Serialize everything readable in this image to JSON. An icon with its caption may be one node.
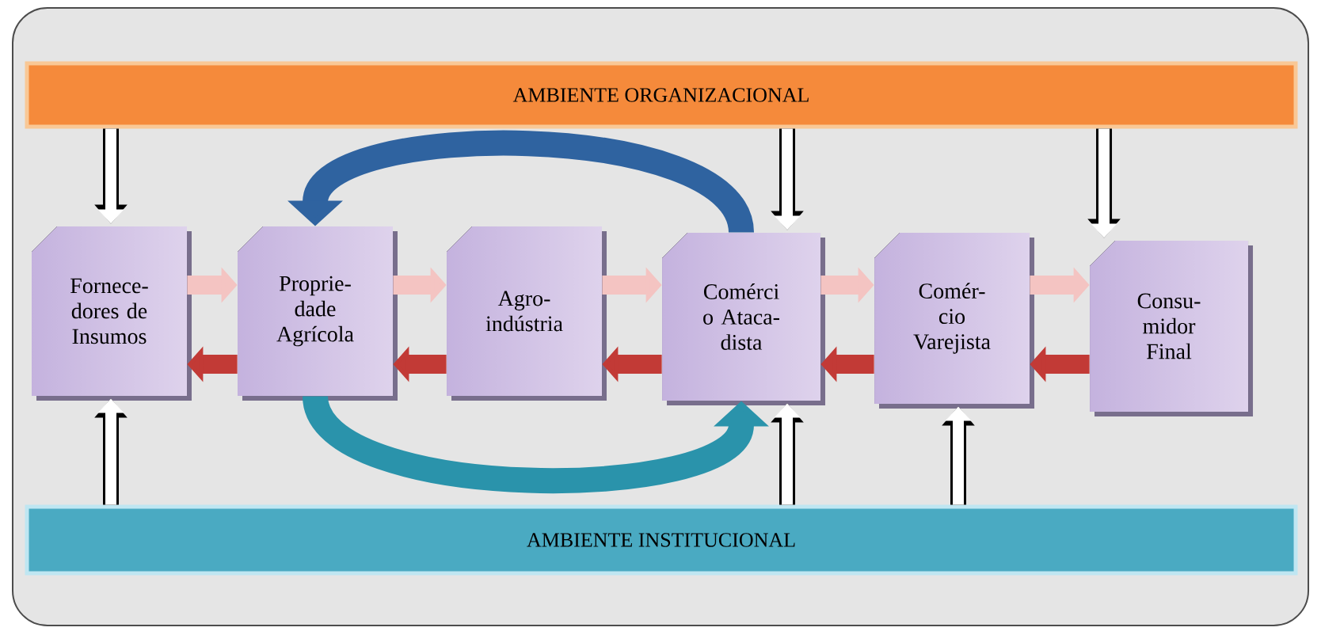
{
  "diagram": {
    "nodes": [
      {
        "text": [
          "AMBIENTE ORGANIZACIONAL"
        ]
      },
      {
        "text": [
          "Fornece- dores de Insumos"
        ]
      },
      {
        "text": [
          "Proprie- dade Agrícola"
        ]
      },
      {
        "text": [
          "Agro- indústria"
        ]
      },
      {
        "text": [
          "Comérci o Ataca- dista"
        ]
      },
      {
        "text": [
          "Comér- cio Varejista"
        ]
      },
      {
        "text": [
          "Consu- midor Final"
        ]
      },
      {
        "text": [
          "AMBIENTE INSTITUCIONAL"
        ]
      }
    ],
    "edges": [
      {
        "from": 1,
        "to": 2,
        "arrow": "to",
        "color": "#f4c4c2"
      },
      {
        "from": 2,
        "to": 3,
        "arrow": "to",
        "color": "#f4c4c2"
      },
      {
        "from": 3,
        "to": 4,
        "arrow": "to",
        "color": "#f4c4c2"
      },
      {
        "from": 4,
        "to": 5,
        "arrow": "to",
        "color": "#f4c4c2"
      },
      {
        "from": 5,
        "to": 6,
        "arrow": "to",
        "color": "#f4c4c2"
      },
      {
        "from": 2,
        "to": 1,
        "arrow": "to",
        "color": "#c23a36"
      },
      {
        "from": 3,
        "to": 2,
        "arrow": "to",
        "color": "#c23a36"
      },
      {
        "from": 4,
        "to": 3,
        "arrow": "to",
        "color": "#c23a36"
      },
      {
        "from": 5,
        "to": 4,
        "arrow": "to",
        "color": "#c23a36"
      },
      {
        "from": 6,
        "to": 5,
        "arrow": "to",
        "color": "#c23a36"
      },
      {
        "from": 0,
        "to": 1,
        "arrow": "to",
        "color": "#ffffff"
      },
      {
        "from": 0,
        "to": 4,
        "arrow": "to",
        "color": "#ffffff"
      },
      {
        "from": 0,
        "to": 6,
        "arrow": "to",
        "color": "#ffffff"
      },
      {
        "from": 7,
        "to": 1,
        "arrow": "to",
        "color": "#ffffff"
      },
      {
        "from": 7,
        "to": 4,
        "arrow": "to",
        "color": "#ffffff"
      },
      {
        "from": 7,
        "to": 5,
        "arrow": "to",
        "color": "#ffffff"
      },
      {
        "from": 4,
        "to": 2,
        "arrow": "to",
        "color": "#2f63a0"
      },
      {
        "from": 2,
        "to": 4,
        "arrow": "to",
        "color": "#2a93ab"
      }
    ]
  }
}
